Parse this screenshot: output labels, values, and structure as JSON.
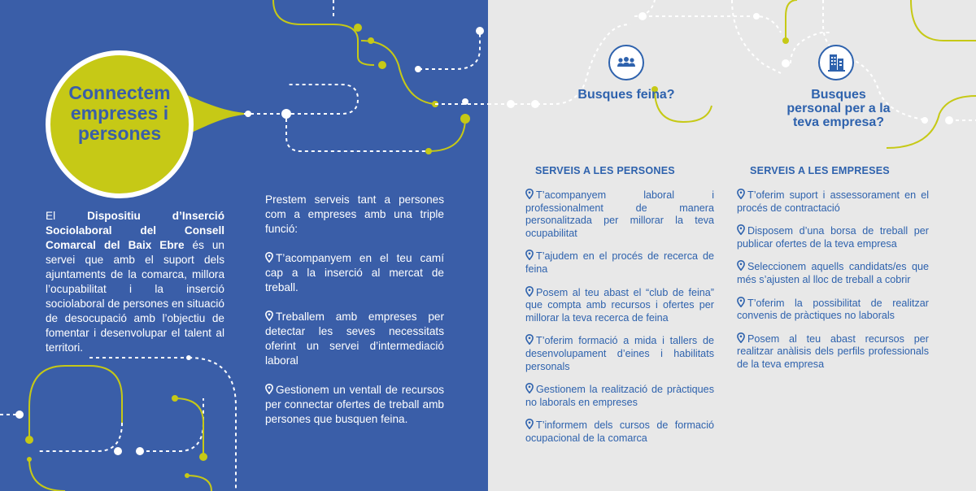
{
  "left": {
    "bubble_title": "Connectem empreses i persones",
    "intro_bold": "Dispositiu d’Inserció Sociolaboral del Consell Comarcal del Baix Ebre",
    "intro_prefix": "El",
    "intro_rest": "és un servei que amb el suport dels ajuntaments de la comarca, millora l’ocupabilitat i la inserció sociolaboral de persones en situació de desocupació amb l’objectiu de fomentar i desenvolupar el talent al territori."
  },
  "middle": {
    "lead": "Prestem serveis tant a persones com a empreses amb una triple funció:",
    "items": [
      "T’acompanyem en el teu camí cap a la inserció al mercat de treball.",
      "Treballem amb empreses per detectar les seves necessitats oferint un servei d’intermediació laboral",
      "Gestionem un ventall de recursos per connectar ofertes de treball amb persones que busquen feina."
    ]
  },
  "people": {
    "icon": "people-icon",
    "question": "Busques feina?",
    "heading": "SERVEIS A LES PERSONES",
    "items": [
      "T’acompanyem laboral i professionalment de manera personalitzada per millorar la teva ocupabilitat",
      "T’ajudem en el procés de recerca de feina",
      "Posem al teu abast el “club de feina” que compta amb recursos i ofertes per millorar la teva recerca de feina",
      "T’oferim formació a mida i tallers de desenvolupament d’eines i habilitats personals",
      "Gestionem la realització de pràctiques no laborals en empreses",
      "T’informem dels cursos de formació ocupacional de la comarca"
    ]
  },
  "companies": {
    "icon": "building-icon",
    "question": "Busques personal per a la teva empresa?",
    "heading": "SERVEIS A LES EMPRESES",
    "items": [
      "T’oferim suport i assessorament en el procés de contractació",
      "Disposem d’una borsa de treball per publicar ofertes de la teva empresa",
      "Seleccionem aquells candidats/es que més s’ajusten al lloc de treball a cobrir",
      "T’oferim la possibilitat de realitzar convenis de pràctiques no laborals",
      "Posem al teu abast recursos per realitzar anàlisis dels perfils professionals de la teva empresa"
    ]
  },
  "colors": {
    "blue": "#3a5ea8",
    "accent": "#c6c916",
    "text_blue": "#2e62ad",
    "gray": "#e8e8e8"
  }
}
